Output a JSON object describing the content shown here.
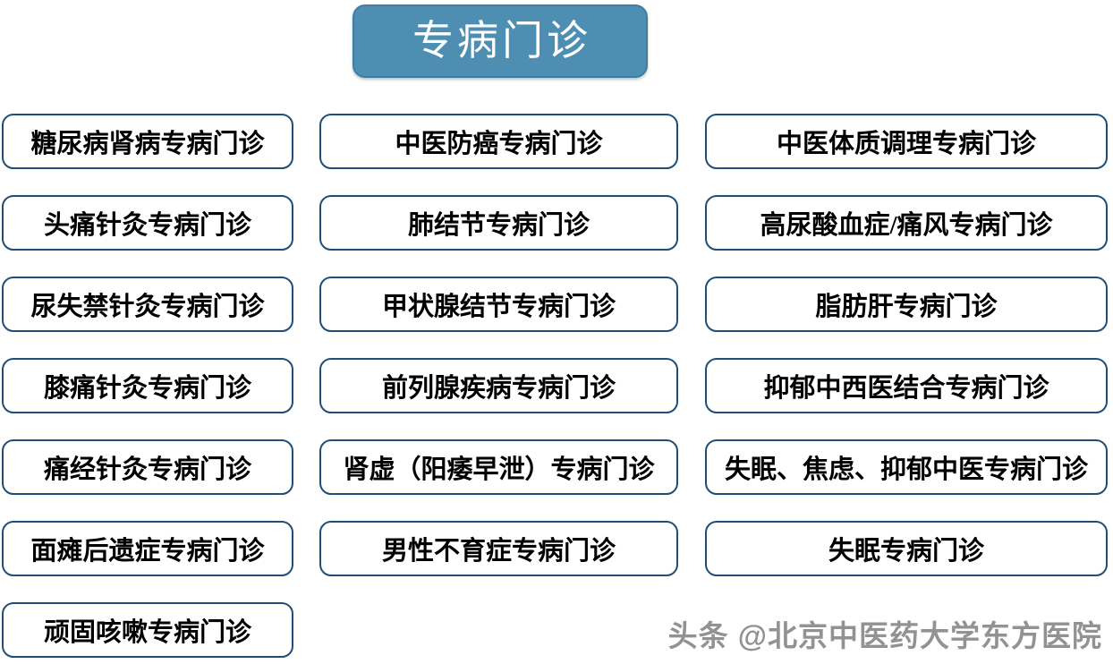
{
  "title": "专病门诊",
  "colors": {
    "title_fill": "#4E8EB3",
    "title_border": "#3D7FA3",
    "title_text": "#FFFFFF",
    "box_border": "#1F4E79",
    "box_fill": "#FFFFFF",
    "box_text": "#000000",
    "watermark_text": "#737373"
  },
  "columns": [
    {
      "items": [
        "糖尿病肾病专病门诊",
        "头痛针灸专病门诊",
        "尿失禁针灸专病门诊",
        "膝痛针灸专病门诊",
        "痛经针灸专病门诊",
        "面瘫后遗症专病门诊",
        "顽固咳嗽专病门诊"
      ]
    },
    {
      "items": [
        "中医防癌专病门诊",
        "肺结节专病门诊",
        "甲状腺结节专病门诊",
        "前列腺疾病专病门诊",
        "肾虚（阳痿早泄）专病门诊",
        "男性不育症专病门诊"
      ]
    },
    {
      "items": [
        "中医体质调理专病门诊",
        "高尿酸血症/痛风专病门诊",
        "脂肪肝专病门诊",
        "抑郁中西医结合专病门诊",
        "失眠、焦虑、抑郁中医专病门诊",
        "失眠专病门诊"
      ]
    }
  ],
  "watermark": "头条 @北京中医药大学东方医院"
}
